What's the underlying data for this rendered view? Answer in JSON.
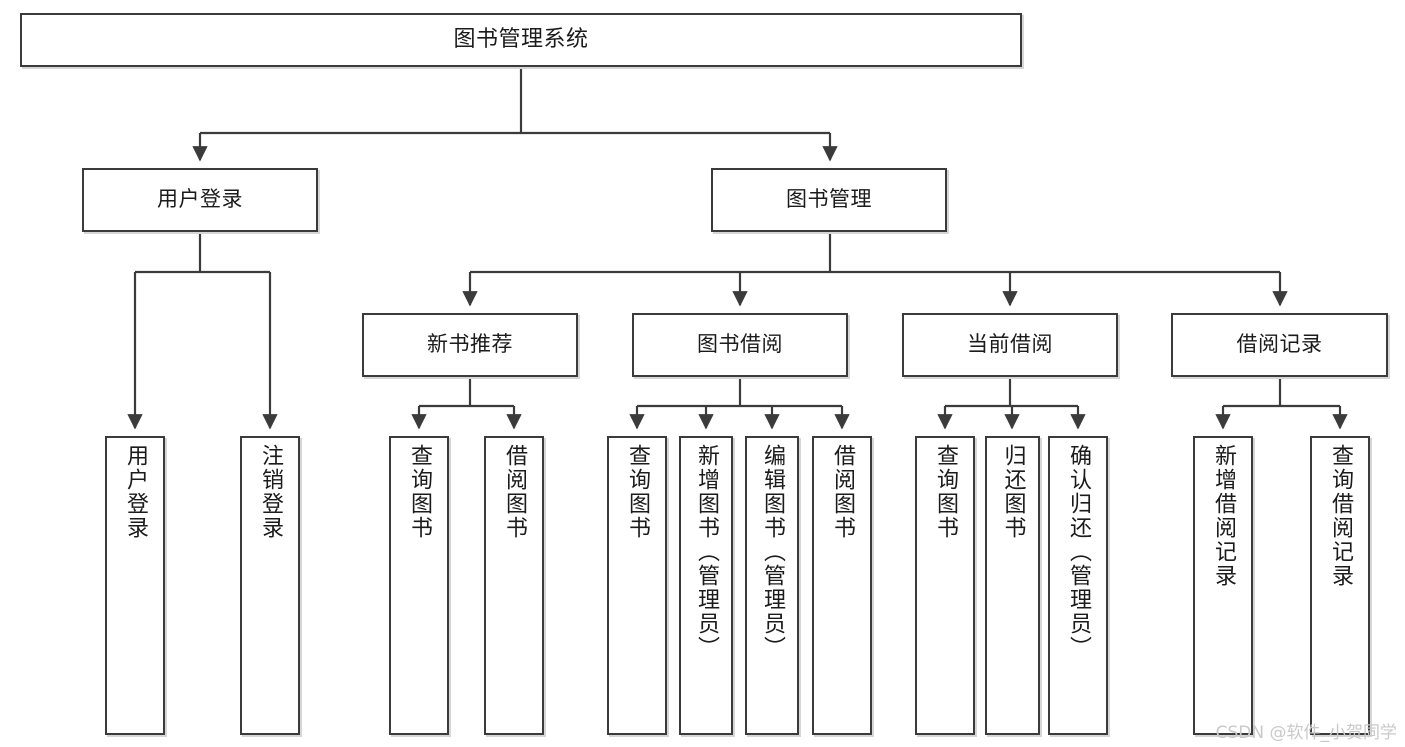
{
  "diagram": {
    "type": "tree-hierarchy-chart",
    "title": "图书管理系统",
    "watermark": "CSDN @软件_小贺同学",
    "colors": {
      "node_border": "#3b3b3b",
      "node_fill": "#ffffff",
      "edge": "#3b3b3b",
      "background": "#ffffff",
      "watermark": "#c9c9c9"
    },
    "nodes": {
      "root": {
        "label": "图书管理系统"
      },
      "level1": [
        {
          "id": "user-login",
          "label": "用户登录"
        },
        {
          "id": "book-manage",
          "label": "图书管理"
        }
      ],
      "level2": [
        {
          "id": "new-book-rec",
          "label": "新书推荐"
        },
        {
          "id": "book-borrow",
          "label": "图书借阅"
        },
        {
          "id": "current-borrow",
          "label": "当前借阅"
        },
        {
          "id": "borrow-record",
          "label": "借阅记录"
        }
      ],
      "leaves": [
        {
          "id": "leaf-user-login",
          "label": "用户登录",
          "parent": "user-login"
        },
        {
          "id": "leaf-logout",
          "label": "注销登录",
          "parent": "user-login"
        },
        {
          "id": "leaf-query-book-1",
          "label": "查询图书",
          "parent": "new-book-rec"
        },
        {
          "id": "leaf-borrow-book-1",
          "label": "借阅图书",
          "parent": "new-book-rec"
        },
        {
          "id": "leaf-query-book-2",
          "label": "查询图书",
          "parent": "book-borrow"
        },
        {
          "id": "leaf-add-book",
          "label": "新增图书（管理员）",
          "parent": "book-borrow"
        },
        {
          "id": "leaf-edit-book",
          "label": "编辑图书（管理员）",
          "parent": "book-borrow"
        },
        {
          "id": "leaf-borrow-book-2",
          "label": "借阅图书",
          "parent": "book-borrow"
        },
        {
          "id": "leaf-query-book-3",
          "label": "查询图书",
          "parent": "current-borrow"
        },
        {
          "id": "leaf-return-book",
          "label": "归还图书",
          "parent": "current-borrow"
        },
        {
          "id": "leaf-confirm-return",
          "label": "确认归还（管理员）",
          "parent": "current-borrow"
        },
        {
          "id": "leaf-add-record",
          "label": "新增借阅记录",
          "parent": "borrow-record"
        },
        {
          "id": "leaf-query-record",
          "label": "查询借阅记录",
          "parent": "borrow-record"
        }
      ]
    }
  }
}
